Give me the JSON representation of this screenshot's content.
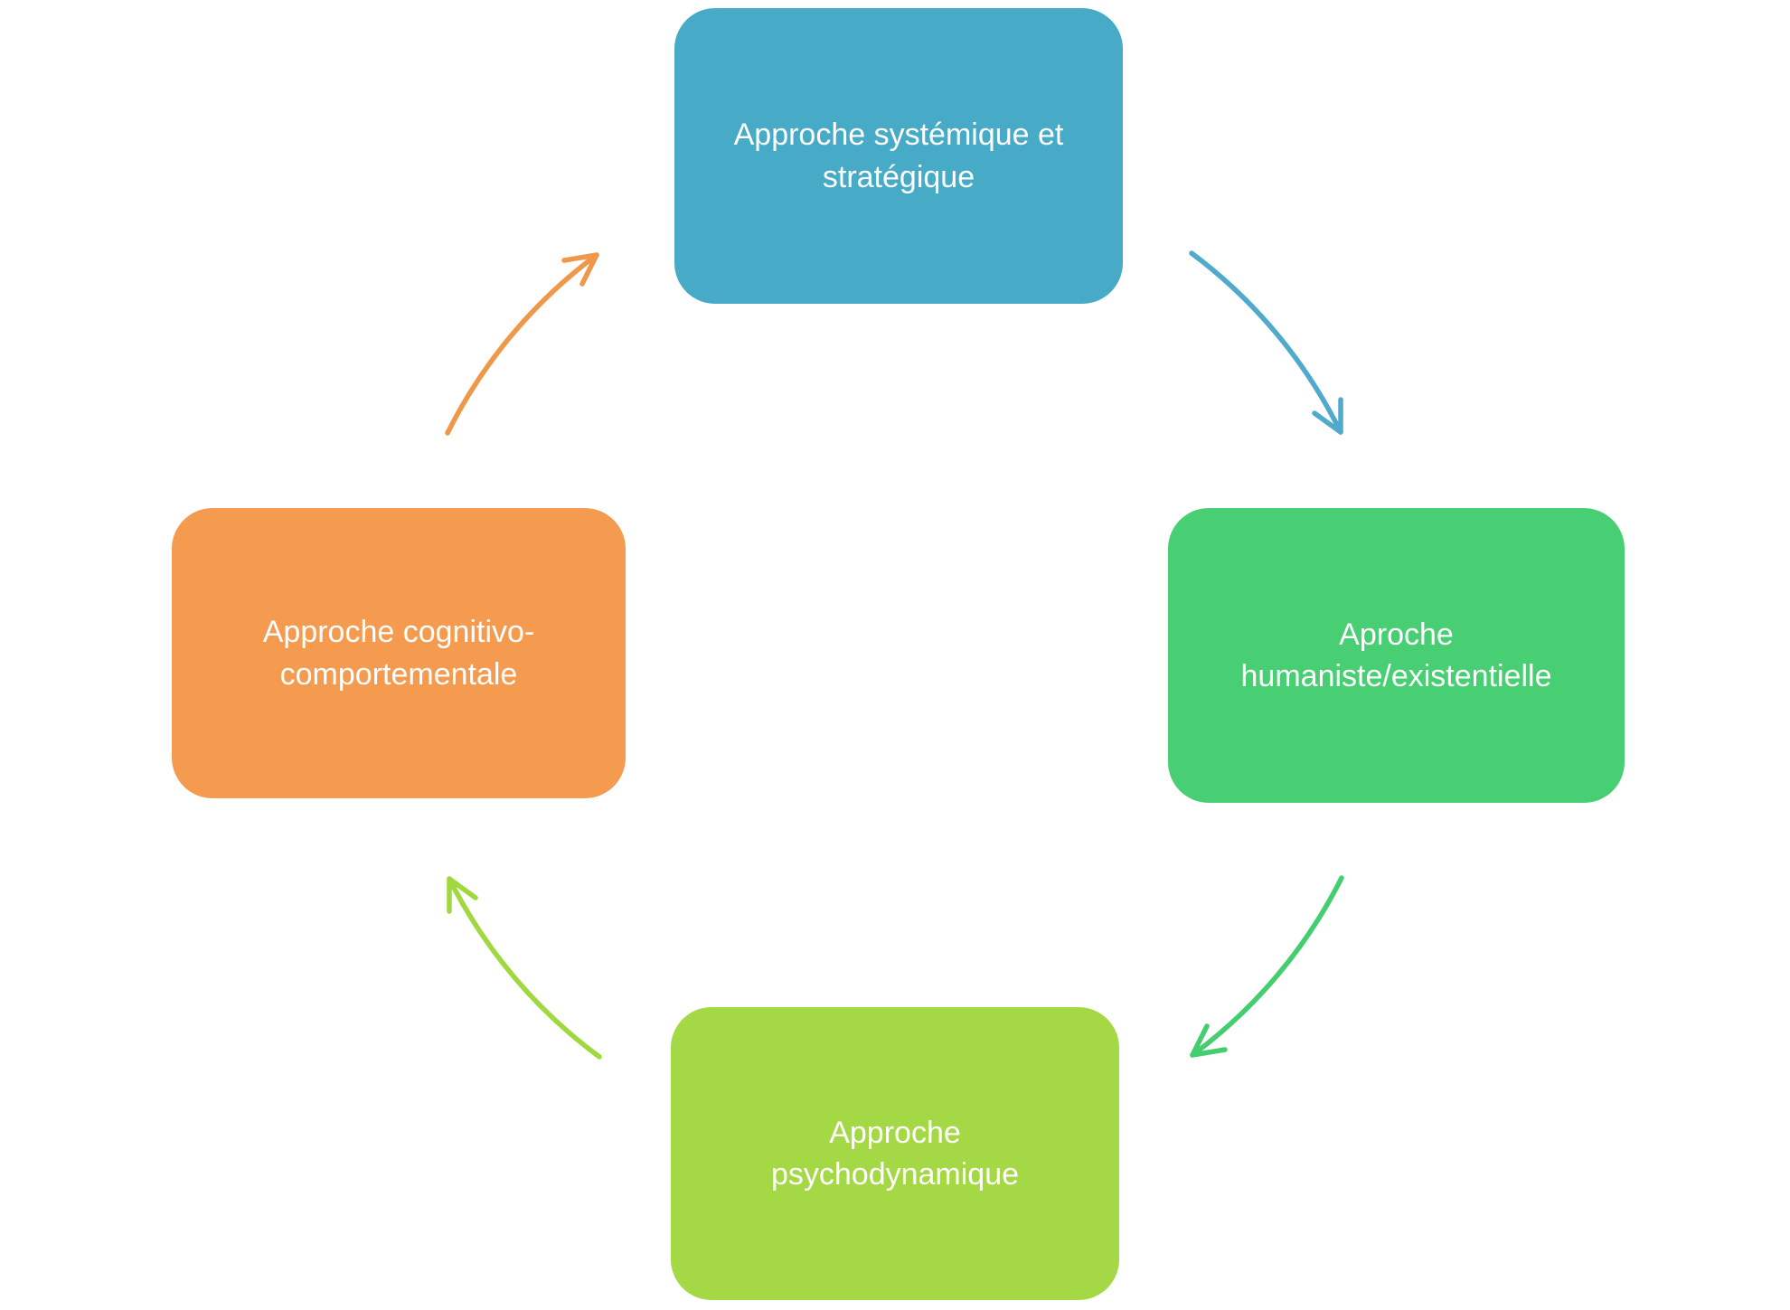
{
  "diagram": {
    "type": "cycle",
    "background": "#ffffff",
    "nodes": [
      {
        "id": "systemique",
        "label": "Approche systémique et\nstratégique",
        "color": "#47AAC6",
        "text_color": "#ffffff",
        "position": "top"
      },
      {
        "id": "humaniste",
        "label": "Aproche\nhumaniste/existentielle",
        "color": "#48CF73",
        "text_color": "#ffffff",
        "position": "right"
      },
      {
        "id": "psychodynamique",
        "label": "Approche\npsychodynamique",
        "color": "#A4D845",
        "text_color": "#ffffff",
        "position": "bottom"
      },
      {
        "id": "cognitivo",
        "label": "Approche cognitivo-\ncomportementale",
        "color": "#F49B50",
        "text_color": "#ffffff",
        "position": "left"
      }
    ],
    "arrows": [
      {
        "from": "systemique",
        "to": "humaniste",
        "color": "#4FAACB"
      },
      {
        "from": "humaniste",
        "to": "psychodynamique",
        "color": "#45CE70"
      },
      {
        "from": "psychodynamique",
        "to": "cognitivo",
        "color": "#A0D83F"
      },
      {
        "from": "cognitivo",
        "to": "systemique",
        "color": "#F0984A"
      }
    ]
  }
}
